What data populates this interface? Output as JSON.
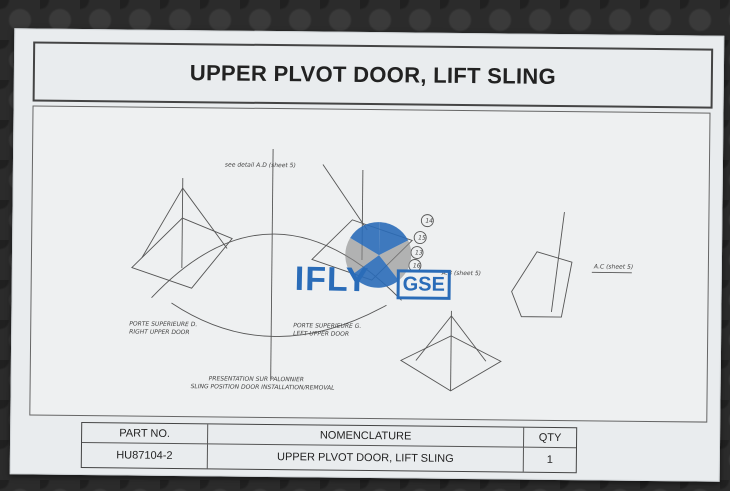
{
  "sheet": {
    "title": "UPPER PLVOT DOOR, LIFT SLING"
  },
  "drawing": {
    "annotations": {
      "see_detail": "see detail A.D (sheet 5)",
      "callout_14": "14",
      "callout_15": "15",
      "callout_13": "13",
      "callout_16": "16",
      "ref_ab": "A.B (sheet 5)",
      "ref_ac": "A.C (sheet 5)",
      "right_door_fr": "PORTE SUPERIEURE D.",
      "right_door_en": "RIGHT UPPER DOOR",
      "left_door_fr": "PORTE SUPERIEURE G.",
      "left_door_en": "LEFT UPPER DOOR",
      "presentation_fr": "PRESENTATION SUR PALONNIER",
      "presentation_en": "SLING POSITION DOOR INSTALLATION/REMOVAL"
    }
  },
  "logo": {
    "main": "IFLY",
    "suffix": "GSE",
    "color": "#2a6cb8"
  },
  "table": {
    "headers": [
      "PART NO.",
      "NOMENCLATURE",
      "QTY"
    ],
    "row": [
      "HU87104-2",
      "UPPER PLVOT DOOR, LIFT SLING",
      "1"
    ]
  }
}
